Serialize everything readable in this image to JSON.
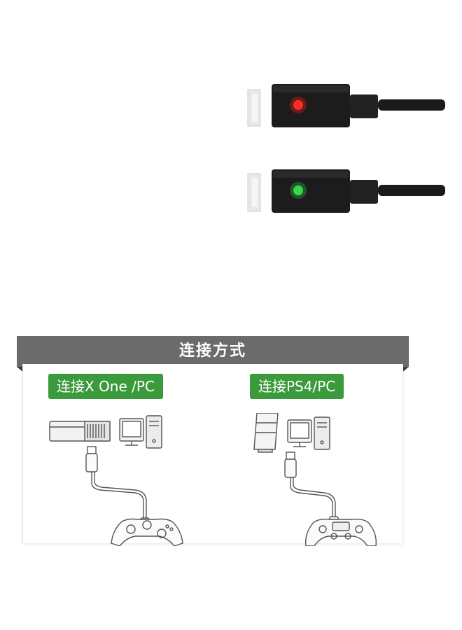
{
  "indicators": [
    {
      "name": "red-led",
      "color": "#e8231f"
    },
    {
      "name": "green-led",
      "color": "#2fc43c"
    }
  ],
  "guide": {
    "title": "连接方式",
    "left_label": "连接X One /PC",
    "right_label": "连接PS4/PC"
  },
  "icons": [
    "console-icon",
    "pc-icon",
    "usb-cable-icon",
    "xbox-controller-icon",
    "ps4-console-icon",
    "ps4-controller-icon"
  ],
  "colors": {
    "banner": "#6b6b6b",
    "label_bg": "#3a9a3c",
    "device_body": "#1c1c1c"
  }
}
